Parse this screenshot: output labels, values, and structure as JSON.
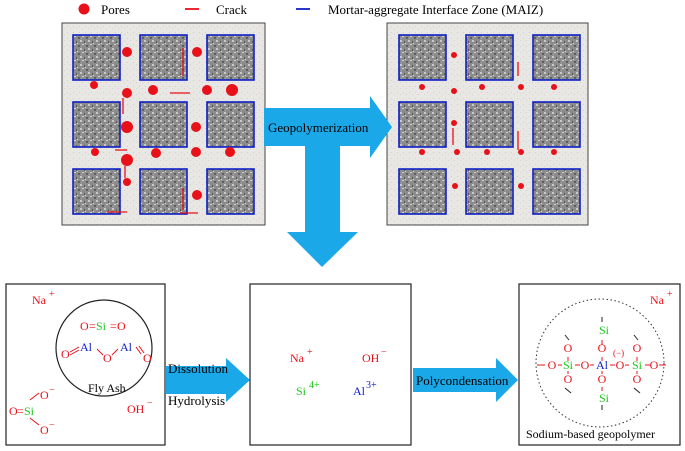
{
  "colors": {
    "pore": "#e8111a",
    "crack": "#e8111a",
    "maiz": "#1020c8",
    "arrow": "#1aa8e8",
    "red_text": "#e8111a",
    "blue_text": "#1020c8",
    "green_text": "#18c818",
    "panel_fill": "#e8e6e2",
    "aggregate": "#8a8a8a"
  },
  "legend": {
    "pores": "Pores",
    "crack": "Crack",
    "maiz": "Mortar-aggregate Interface Zone  (MAIZ)"
  },
  "arrows": {
    "geopolymerization": "Geopolymerization",
    "dissolution": "Dissolution",
    "hydrolysis": "Hydrolysis",
    "polycondensation": "Polycondensation"
  },
  "panel1": {
    "na": "Na",
    "plus": "+",
    "o": "O",
    "si": "Si",
    "al": "Al",
    "minus": "−",
    "oh": "OH",
    "fly_ash": "Fly Ash"
  },
  "panel2": {
    "na": "Na",
    "na_charge": "+",
    "oh": "OH",
    "oh_charge": "−",
    "si": "Si",
    "si_charge": "4+",
    "al": "Al",
    "al_charge": "3+"
  },
  "panel3": {
    "na": "Na",
    "na_charge": "+",
    "si": "Si",
    "al": "Al",
    "o": "O",
    "al_charge": "(−)",
    "caption": "Sodium-based geopolymer"
  }
}
